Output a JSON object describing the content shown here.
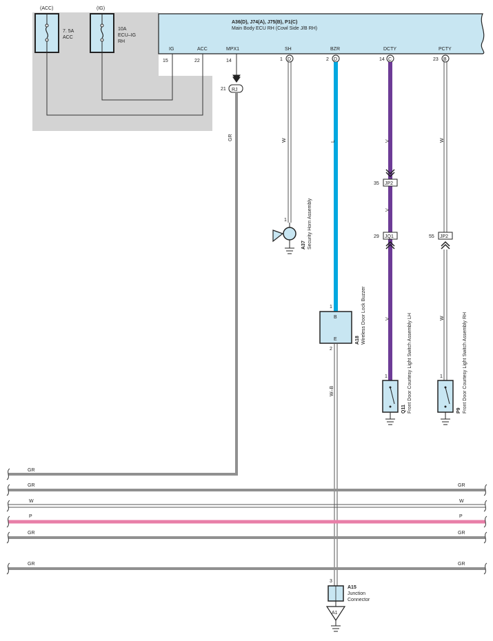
{
  "fuses": {
    "acc": {
      "header": "(ACC)",
      "rating": "7. 5A",
      "name": "ACC"
    },
    "ig": {
      "header": "(IG)",
      "rating": "10A",
      "name": "ECU–IG",
      "name2": "RH"
    }
  },
  "ecu": {
    "codes": "A36(D), J74(A), J75(B), P1(C)",
    "title": "Main Body ECU RH (Cowl Side J/B RH)",
    "pins": {
      "ig": {
        "label": "IG",
        "num": "15"
      },
      "acc": {
        "label": "ACC",
        "num": "22"
      },
      "mpx1": {
        "label": "MPX1",
        "num": "14"
      },
      "sh": {
        "label": "SH",
        "num": "1",
        "conn": "D"
      },
      "bzr": {
        "label": "BZR",
        "num": "2",
        "conn": "D"
      },
      "dcty": {
        "label": "DCTY",
        "num": "14",
        "conn": "C"
      },
      "pcty": {
        "label": "PCTY",
        "num": "23",
        "conn": "B"
      }
    }
  },
  "rj": {
    "label": "RJ",
    "num": "21"
  },
  "wires": {
    "gr": "GR",
    "w": "W",
    "l": "L",
    "v": "V",
    "wb": "W–B",
    "p": "P"
  },
  "junctions": {
    "jp2a": {
      "label": "JP2",
      "num": "35"
    },
    "jq1": {
      "label": "JQ1",
      "num": "29"
    },
    "jp2b": {
      "label": "JP2",
      "num": "55"
    }
  },
  "components": {
    "horn": {
      "pin": "1",
      "code": "A37",
      "name": "Security Horn Assembly"
    },
    "buzzer": {
      "pin_b": "B",
      "pin_e": "E",
      "num_b": "1",
      "num_e": "2",
      "code": "A18",
      "name": "Wireless Door Lock Buzzer"
    },
    "q11": {
      "pin": "1",
      "code": "Q11",
      "name": "Front Door Courtesy Light Switch Assembly LH"
    },
    "p9": {
      "pin": "1",
      "code": "P9",
      "name": "Front Door Courtesy Light Switch Assembly RH"
    },
    "a15": {
      "pin": "3",
      "code": "A15",
      "name": "Junction",
      "name2": "Connector",
      "ground_label": "A1"
    }
  },
  "colors": {
    "light_blue": "#00a8e0",
    "purple": "#6d3b96",
    "gray": "#909090",
    "pink": "#e87fa8",
    "box_fill": "#c8e6f2",
    "shade": "#d3d3d3"
  }
}
